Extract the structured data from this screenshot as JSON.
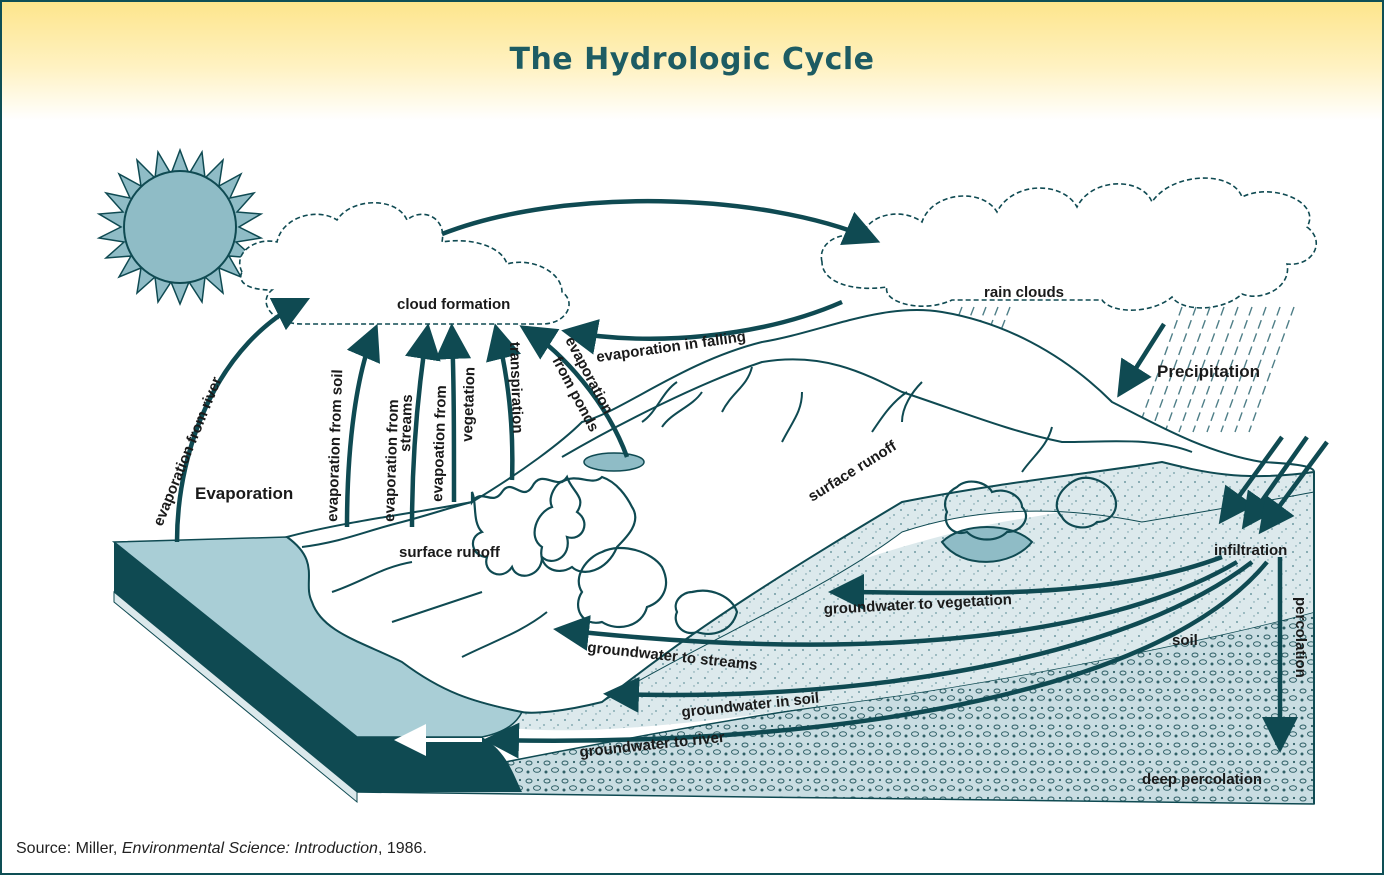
{
  "title": "The Hydrologic Cycle",
  "labels": {
    "cloud_formation": "cloud formation",
    "rain_clouds": "rain clouds",
    "evaporation_in_falling": "evaporation in falling",
    "precipitation": "Precipitation",
    "evaporation": "Evaporation",
    "evaporation_from_river": "evaporation from river",
    "evaporation_from_soil": "evaporation from soil",
    "evaporation_from_streams_1": "evaporation from",
    "evaporation_from_streams_2": "streams",
    "evaporation_from_vegetation_1": "evapoation from",
    "evaporation_from_vegetation_2": "vegetation",
    "transpiration": "transpiration",
    "evaporation_from_ponds_1": "evaporation",
    "evaporation_from_ponds_2": "from ponds",
    "surface_runoff_upper": "surface runoff",
    "surface_runoff_lower": "surface runoff",
    "infiltration": "infiltration",
    "percolation": "percolation",
    "soil": "soil",
    "deep_percolation": "deep percolation",
    "groundwater_to_vegetation": "groundwater to vegetation",
    "groundwater_to_streams": "groundwater to streams",
    "groundwater_in_soil": "groundwater in soil",
    "groundwater_to_river": "groundwater to river"
  },
  "source": {
    "prefix": "Source: Miller, ",
    "book": "Environmental Science: Introduction",
    "suffix": ", 1986."
  },
  "colors": {
    "arrow": "#0f4a52",
    "water": "#a9ced6",
    "soil": "#d9e7eb",
    "sun": "#8fbcc6",
    "title": "#1d5c63"
  }
}
